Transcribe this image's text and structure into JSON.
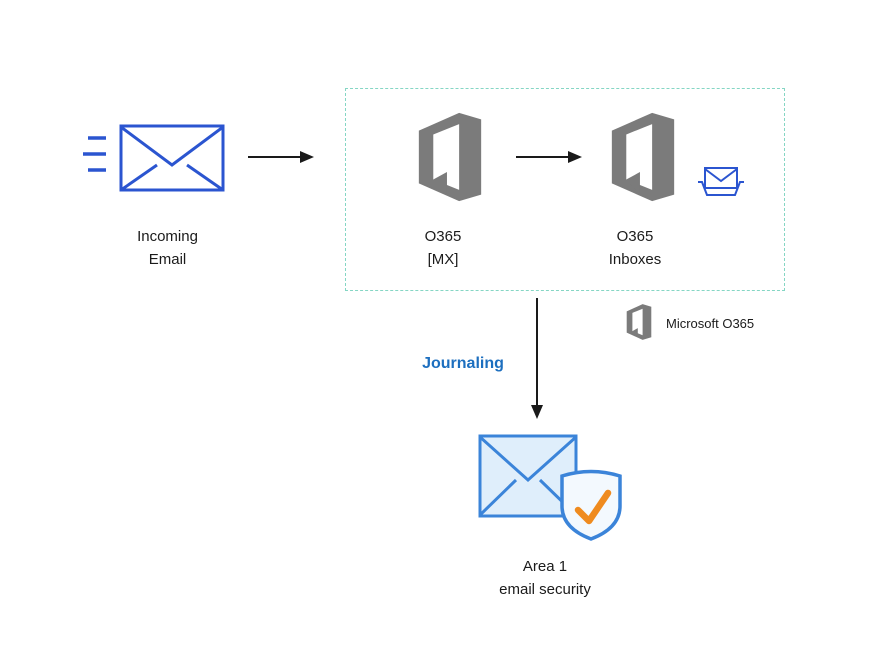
{
  "labels": {
    "incoming_email": "Incoming\nEmail",
    "o365_mx": "O365\n[MX]",
    "o365_inboxes": "O365\nInboxes",
    "legend_microsoft_o365": "Microsoft O365",
    "journaling": "Journaling",
    "area1": "Area 1\nemail security"
  },
  "colors": {
    "envelope_blue": "#2b55d0",
    "area1_blue": "#3b84d9",
    "area1_fill": "#dfeefb",
    "check_orange": "#ef8b1f",
    "office_gray": "#7b7b7b",
    "dashed_border_teal": "#85d6c4",
    "journaling_blue": "#1d6fbf",
    "arrow_black": "#1a1a1a",
    "text": "#1b1b1b"
  }
}
